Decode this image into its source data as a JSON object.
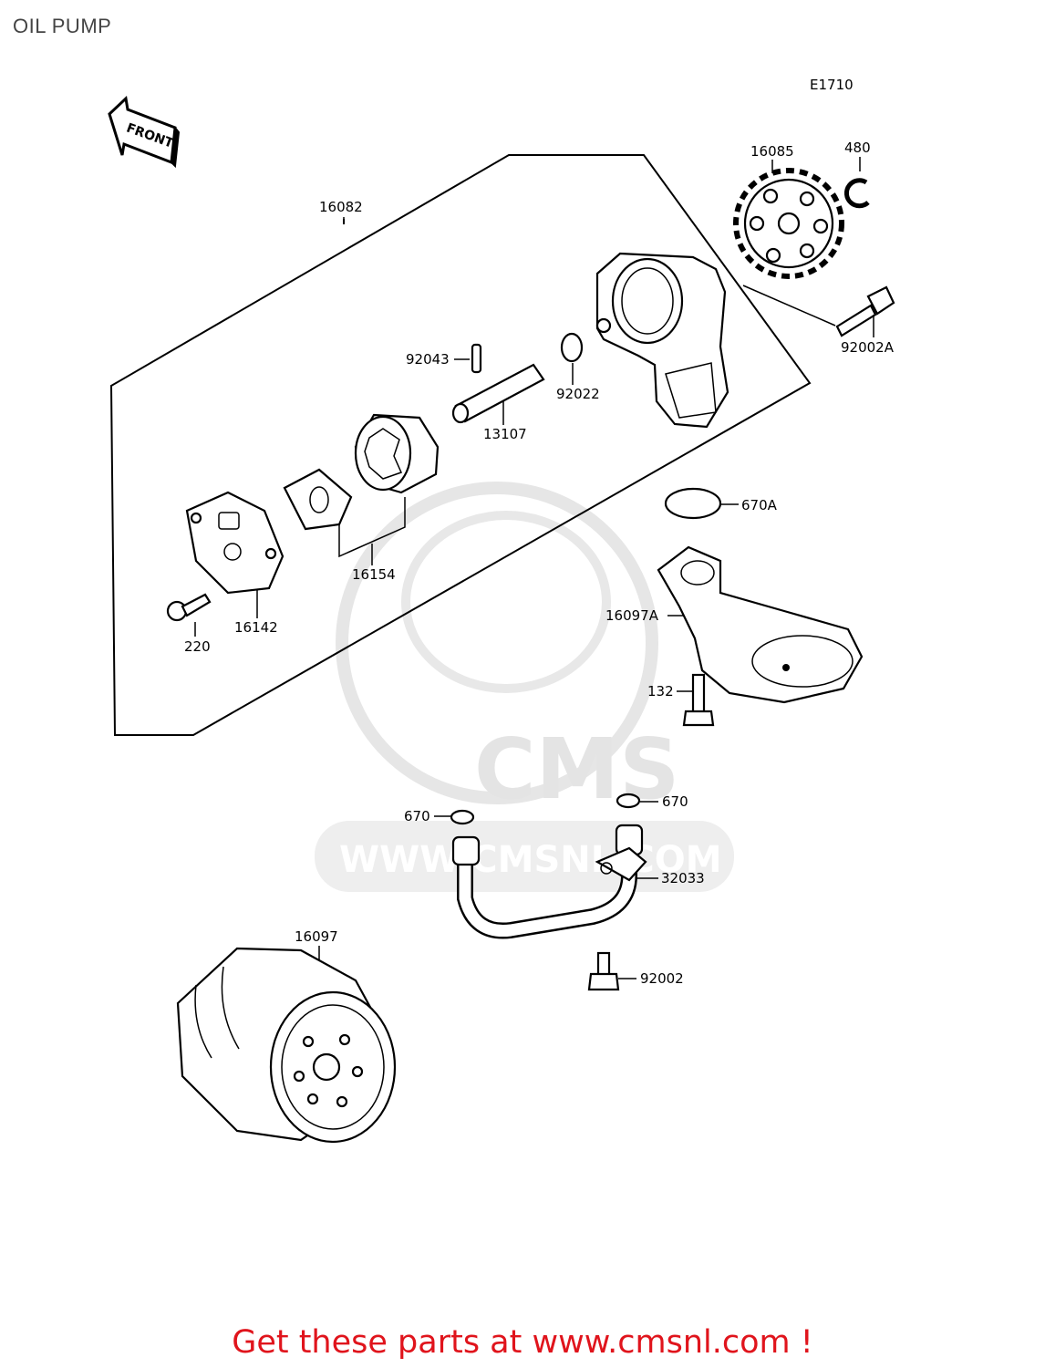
{
  "title": "OIL PUMP",
  "diagram_code": "E1710",
  "front_label": "FRONT",
  "watermark": {
    "brand": "CMS",
    "url": "WWW.CMSNL.COM",
    "color": "#e6e6e6"
  },
  "part_labels": {
    "p16082": "16082",
    "p16085": "16085",
    "p480": "480",
    "p92002A": "92002A",
    "p92043": "92043",
    "p92022": "92022",
    "p13107": "13107",
    "p16154": "16154",
    "p16142": "16142",
    "p220": "220",
    "p670A": "670A",
    "p16097A": "16097A",
    "p132": "132",
    "p670_left": "670",
    "p670_right": "670",
    "p32033": "32033",
    "p16097": "16097",
    "p92002": "92002"
  },
  "footer_text": "Get these parts at www.cmsnl.com !",
  "colors": {
    "footer": "#e0141c",
    "lines": "#000000",
    "title": "#444444"
  }
}
